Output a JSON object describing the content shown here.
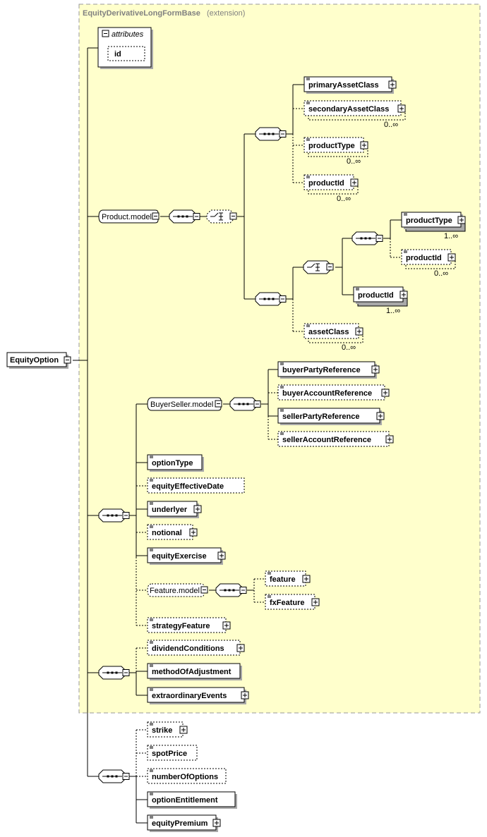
{
  "extension": {
    "base": "EquityDerivativeLongFormBase",
    "suffix": "(extension)"
  },
  "attributes": {
    "title": "attributes",
    "items": [
      "id"
    ]
  },
  "root": {
    "name": "EquityOption"
  },
  "product_model": {
    "name": "Product.model",
    "seq1": {
      "elements": [
        {
          "name": "primaryAssetClass",
          "optional": false,
          "expand": true
        },
        {
          "name": "secondaryAssetClass",
          "optional": true,
          "expand": true,
          "card": "0..∞"
        },
        {
          "name": "productType",
          "optional": true,
          "expand": true,
          "card": "0..∞"
        },
        {
          "name": "productId",
          "optional": true,
          "expand": true,
          "card": "0..∞"
        }
      ]
    },
    "seq2": {
      "inner_seq": [
        {
          "name": "productType",
          "optional": false,
          "expand": true,
          "card": "1..∞"
        },
        {
          "name": "productId",
          "optional": true,
          "expand": true,
          "card": "0..∞"
        }
      ],
      "product_id": {
        "name": "productId",
        "optional": false,
        "expand": true,
        "card": "1..∞"
      },
      "asset_class": {
        "name": "assetClass",
        "optional": true,
        "expand": true,
        "card": "0..∞"
      }
    }
  },
  "buyer_seller": {
    "name": "BuyerSeller.model",
    "elements": [
      {
        "name": "buyerPartyReference",
        "optional": false,
        "expand": true
      },
      {
        "name": "buyerAccountReference",
        "optional": true,
        "expand": true
      },
      {
        "name": "sellerPartyReference",
        "optional": false,
        "expand": true
      },
      {
        "name": "sellerAccountReference",
        "optional": true,
        "expand": true
      }
    ]
  },
  "main_elements": [
    {
      "name": "optionType",
      "optional": false,
      "expand": false
    },
    {
      "name": "equityEffectiveDate",
      "optional": true,
      "expand": false
    },
    {
      "name": "underlyer",
      "optional": false,
      "expand": true
    },
    {
      "name": "notional",
      "optional": true,
      "expand": true
    },
    {
      "name": "equityExercise",
      "optional": false,
      "expand": true
    }
  ],
  "feature_model": {
    "name": "Feature.model",
    "elements": [
      {
        "name": "feature",
        "optional": true,
        "expand": true
      },
      {
        "name": "fxFeature",
        "optional": true,
        "expand": true
      }
    ]
  },
  "strategy_feature": {
    "name": "strategyFeature",
    "optional": true,
    "expand": true
  },
  "seq3_elements": [
    {
      "name": "dividendConditions",
      "optional": true,
      "expand": true
    },
    {
      "name": "methodOfAdjustment",
      "optional": false,
      "expand": false
    },
    {
      "name": "extraordinaryEvents",
      "optional": false,
      "expand": true
    }
  ],
  "seq4_elements": [
    {
      "name": "strike",
      "optional": true,
      "expand": true
    },
    {
      "name": "spotPrice",
      "optional": true,
      "expand": false
    },
    {
      "name": "numberOfOptions",
      "optional": true,
      "expand": false
    },
    {
      "name": "optionEntitlement",
      "optional": false,
      "expand": false
    },
    {
      "name": "equityPremium",
      "optional": false,
      "expand": true
    }
  ],
  "colors": {
    "extension_fill": "#ffffcc",
    "extension_border": "#999999",
    "box_fill": "#ffffff",
    "shadow": "#a9a9a9",
    "title_text": "#808080"
  }
}
